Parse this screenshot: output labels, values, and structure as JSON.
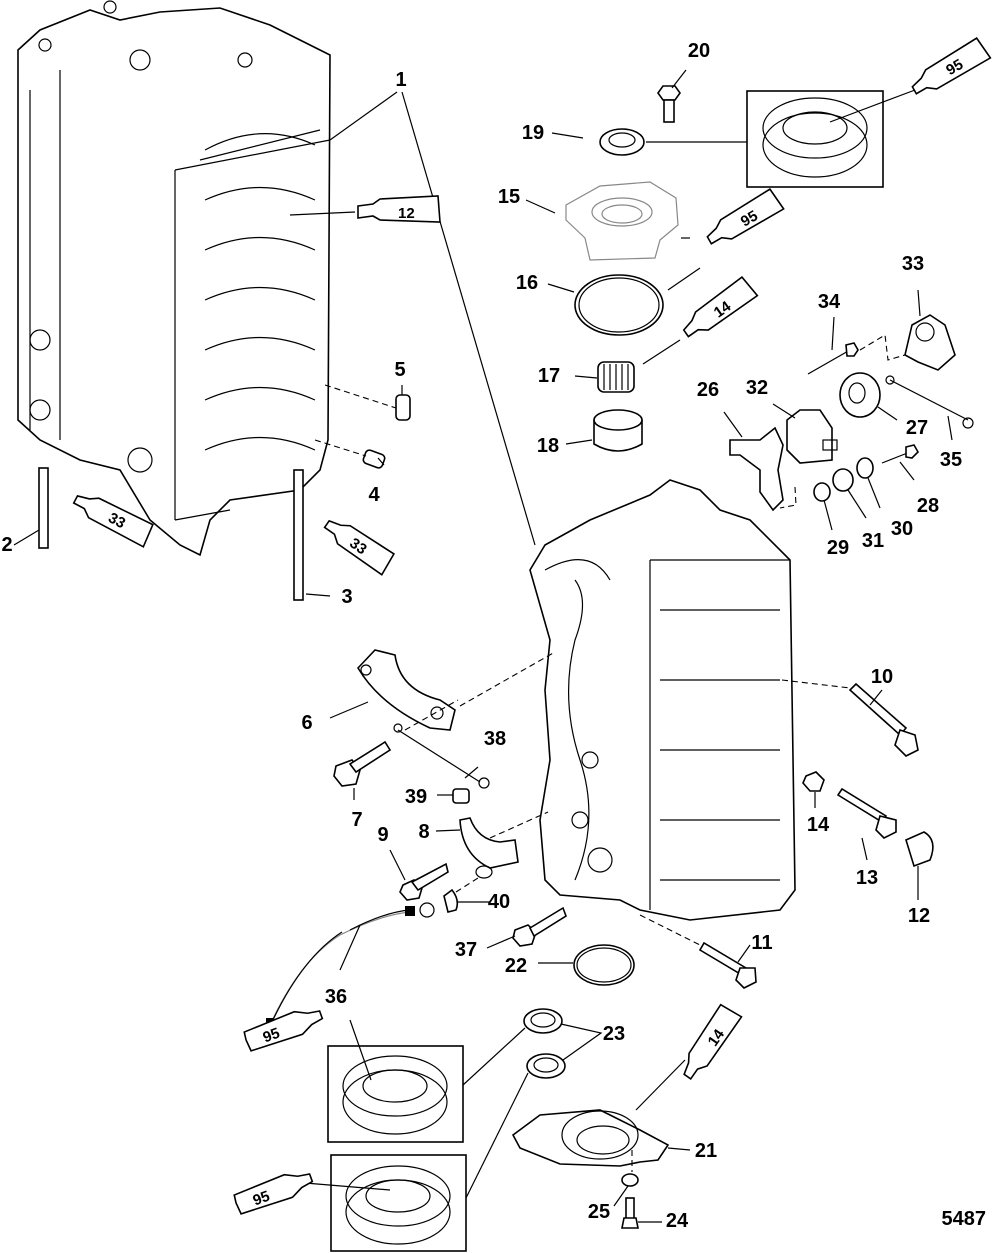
{
  "figure": {
    "type": "exploded parts diagram",
    "figure_number": "5487"
  },
  "callouts": {
    "c1": "1",
    "c2": "2",
    "c3": "3",
    "c4": "4",
    "c5": "5",
    "c6": "6",
    "c7": "7",
    "c8": "8",
    "c9": "9",
    "c10": "10",
    "c11": "11",
    "c12": "12",
    "c13": "13",
    "c14": "14",
    "c15": "15",
    "c16": "16",
    "c17": "17",
    "c18": "18",
    "c19": "19",
    "c20": "20",
    "c21": "21",
    "c22": "22",
    "c23": "23",
    "c24": "24",
    "c25": "25",
    "c26": "26",
    "c27": "27",
    "c28": "28",
    "c29": "29",
    "c30": "30",
    "c31": "31",
    "c32": "32",
    "c33": "33",
    "c34": "34",
    "c35": "35",
    "c36": "36",
    "c37": "37",
    "c38": "38",
    "c39": "39",
    "c40": "40"
  },
  "sealant_tubes": {
    "t_block": "12",
    "t_seal_top": "95",
    "t_cover_top": "95",
    "t_bearing": "14",
    "t_stud2": "33",
    "t_stud3": "33",
    "t_seal_bottom1": "95",
    "t_seal_bottom2": "95",
    "t_cover_bottom": "14"
  }
}
